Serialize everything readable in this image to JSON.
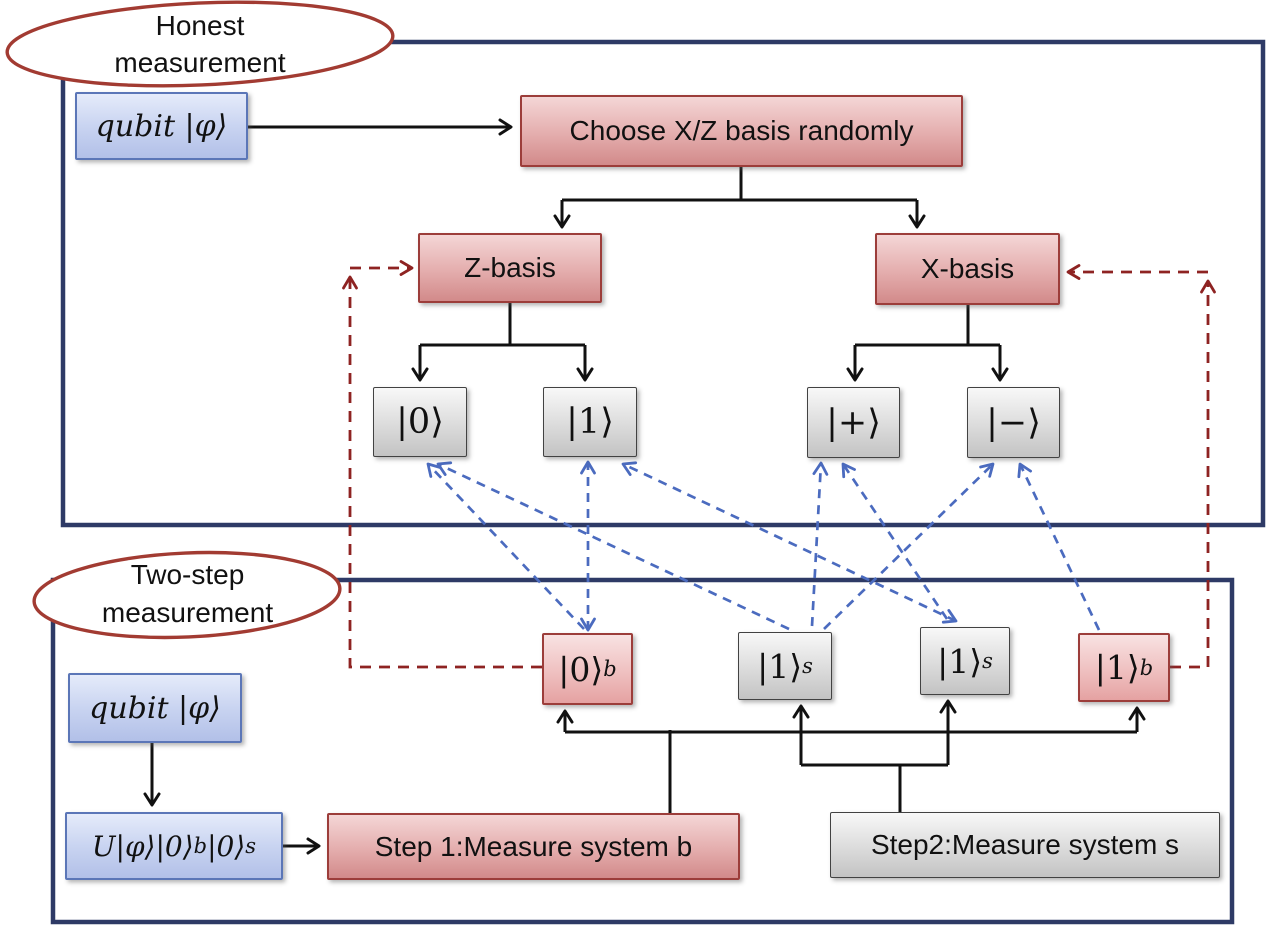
{
  "colors": {
    "container_border": "#2e3a66",
    "red_box_border": "#9c3d3a",
    "gray_box_border": "#424242",
    "blue_box_border": "#5b76b7",
    "ellipse_stroke": "#a23b32",
    "blue_arrow": "#4b6bbf",
    "red_arrow": "#8e2322",
    "black_arrow": "#111111"
  },
  "honest": {
    "badge_line1": "Honest",
    "badge_line2": "measurement",
    "qubit_label": "qubit |φ⟩",
    "choose_label": "Choose  X/Z basis randomly",
    "z_basis_label": "Z-basis",
    "x_basis_label": "X-basis",
    "ket_zero": "|0⟩",
    "ket_one": "|1⟩",
    "ket_plus": "|+⟩",
    "ket_minus": "|−⟩"
  },
  "two_step": {
    "badge_line1": "Two-step",
    "badge_line2": "measurement",
    "qubit_label": "qubit |φ⟩",
    "u_state": {
      "p1": "U|φ⟩|0⟩",
      "sub1": "b",
      "p2": "|0⟩",
      "sub2": "s"
    },
    "step1_label": "Step 1:Measure system b",
    "step2_label": "Step2:Measure system s",
    "out_0b": {
      "ket": "|0⟩",
      "sub": "b"
    },
    "out_1s_left": {
      "ket": "|1⟩",
      "sub": "s"
    },
    "out_1s_right": {
      "ket": "|1⟩",
      "sub": "s"
    },
    "out_1b": {
      "ket": "|1⟩",
      "sub": "b"
    }
  },
  "blue_correspondences": [
    {
      "from": "|0⟩b",
      "to": "|1⟩",
      "bidirectional": true
    },
    {
      "from": "|0⟩b",
      "to": "|0⟩",
      "bidirectional": false
    },
    {
      "from": "|1⟩s left",
      "to": "|0⟩",
      "bidirectional": false
    },
    {
      "from": "|1⟩s left",
      "to": "|+⟩",
      "bidirectional": false
    },
    {
      "from": "|1⟩s left",
      "to": "|−⟩",
      "bidirectional": false
    },
    {
      "from": "|1⟩s right",
      "to": "|1⟩",
      "bidirectional": true
    },
    {
      "from": "|1⟩s right",
      "to": "|+⟩",
      "bidirectional": false
    },
    {
      "from": "|1⟩b",
      "to": "|−⟩",
      "bidirectional": false
    }
  ],
  "red_correspondences": [
    {
      "from": "|0⟩b",
      "to": "Z-basis"
    },
    {
      "from": "|1⟩b",
      "to": "X-basis"
    }
  ]
}
